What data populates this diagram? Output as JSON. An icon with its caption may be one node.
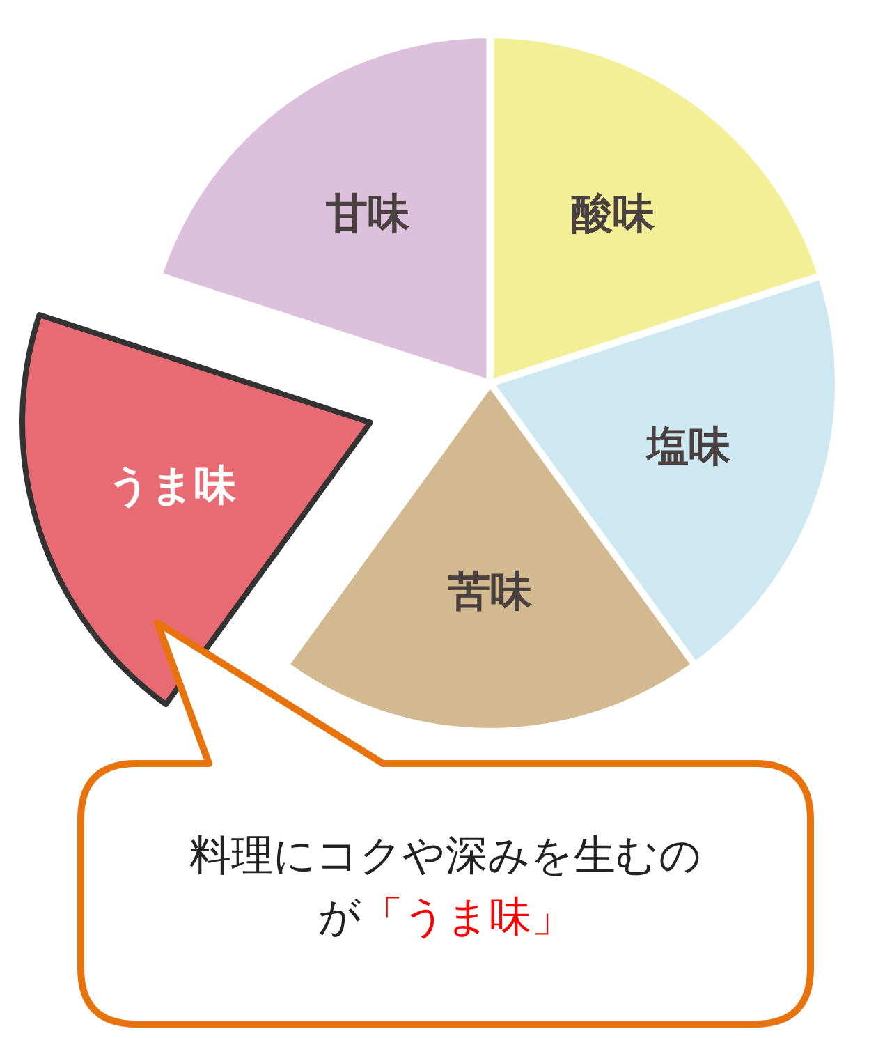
{
  "diagram": {
    "nodes": [
      {
        "text": [
          "甘味"
        ]
      },
      {
        "text": [
          "酸味"
        ]
      },
      {
        "text": [
          "塩味"
        ]
      },
      {
        "text": [
          "苦味"
        ]
      },
      {
        "text": [
          "うま味"
        ]
      },
      {
        "text": [
          "料理にコクや深みを生むのが",
          "「うま味」"
        ]
      }
    ],
    "edges": []
  }
}
